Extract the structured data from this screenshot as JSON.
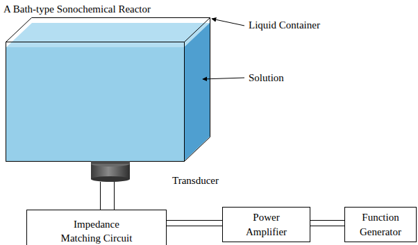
{
  "diagram": {
    "title": "A Bath-type Sonochemical Reactor",
    "nodes": [
      {
        "text": [
          "Impedance Matching Circuit"
        ]
      },
      {
        "text": [
          "Power Amplifier"
        ]
      },
      {
        "text": [
          "Function Generator"
        ]
      }
    ],
    "edges": [
      {
        "from": 0,
        "to": 1,
        "arrow": "none"
      },
      {
        "from": 1,
        "to": 2,
        "arrow": "none"
      }
    ],
    "labels": [
      "Liquid Container",
      "Solution",
      "Transducer"
    ]
  }
}
